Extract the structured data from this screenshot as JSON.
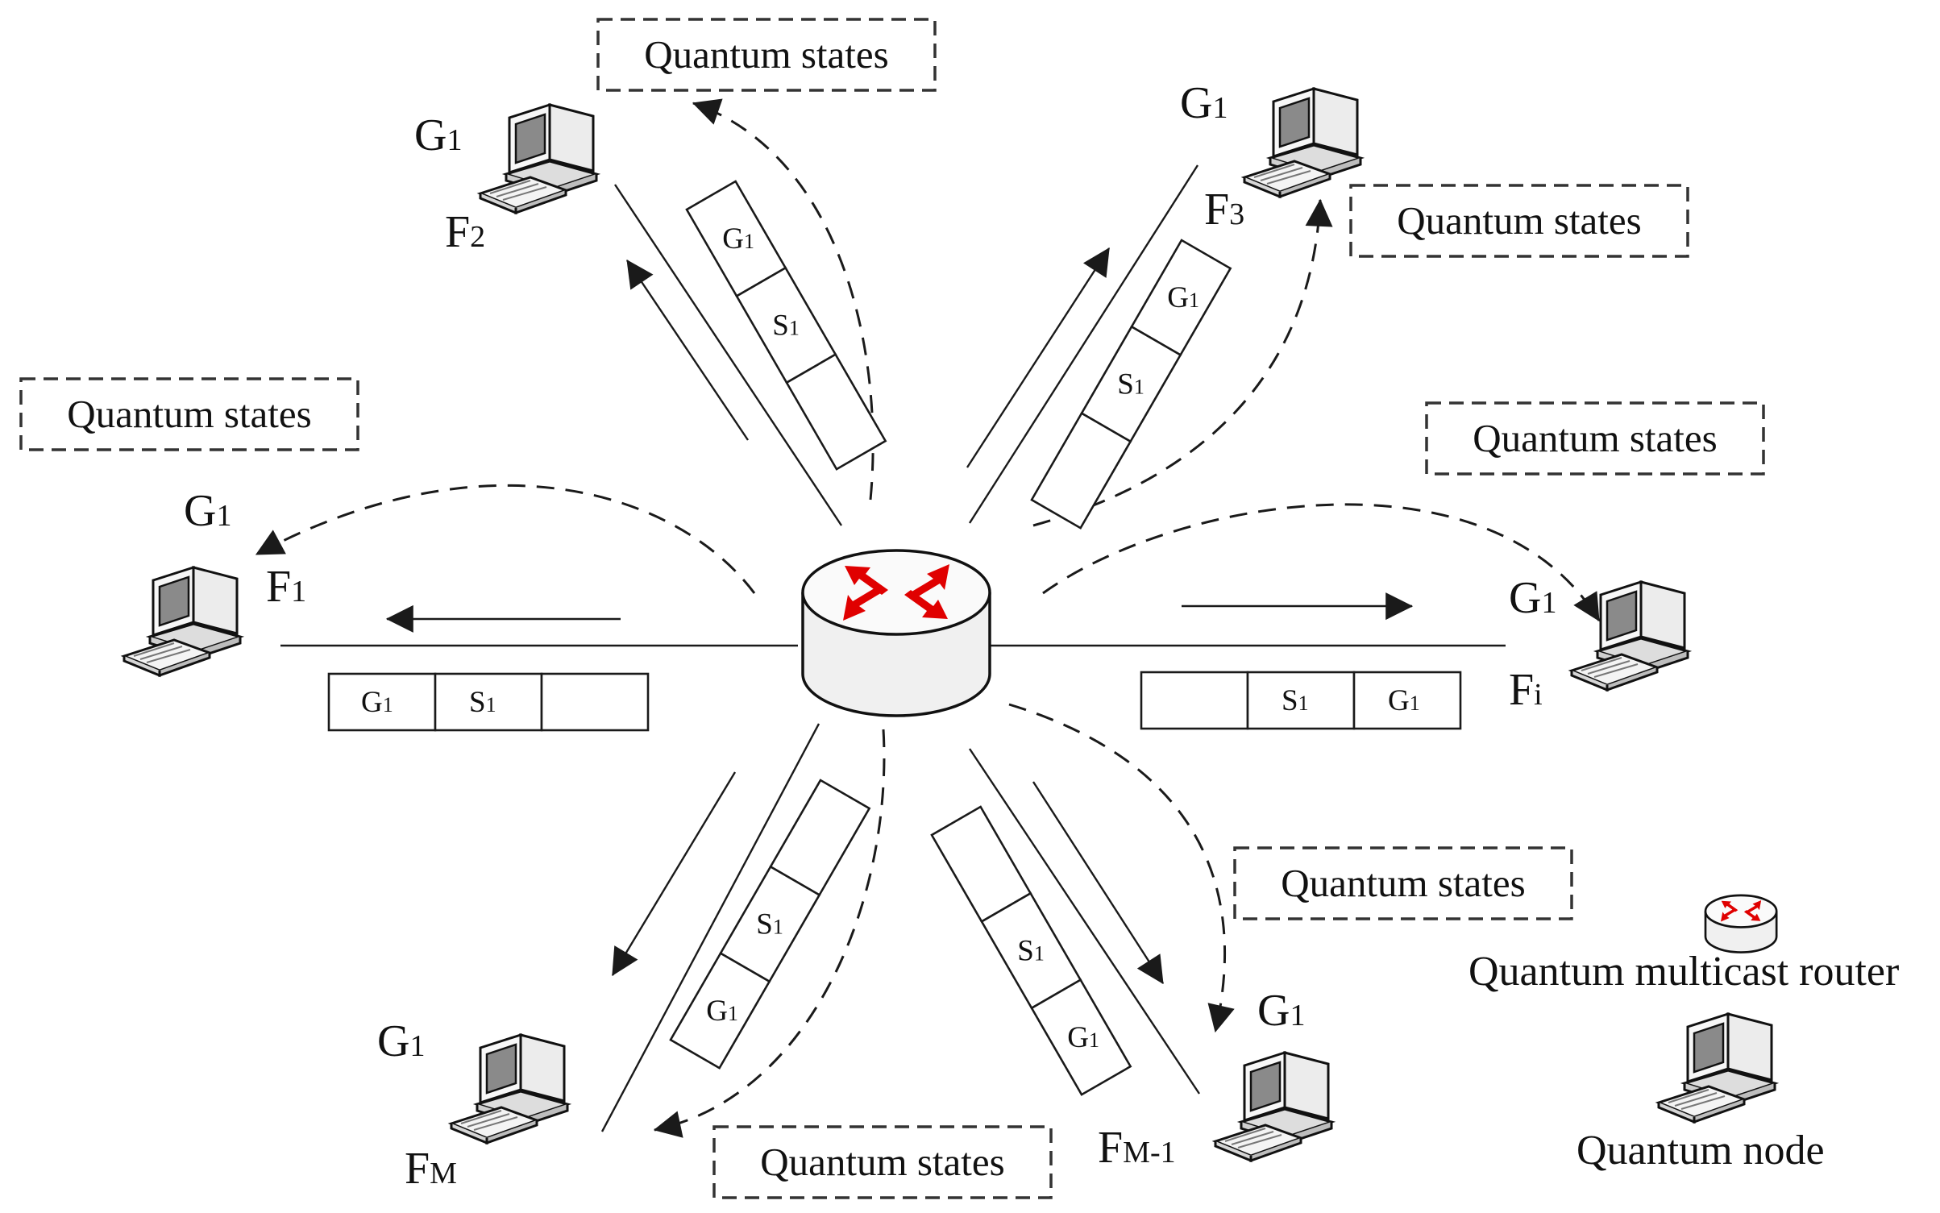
{
  "colors": {
    "ink": "#1a1a1a",
    "router_arrow": "#e00000",
    "router_body": "#f0f0f0",
    "screen": "#8a8a8a",
    "computer_body": "#ececec"
  },
  "icons": [
    "router-icon",
    "computer-icon"
  ],
  "quantum_box_label": "Quantum states",
  "group_label": "G",
  "group_sub": "1",
  "packet_cells": {
    "group": {
      "main": "G",
      "sub": "1"
    },
    "source": {
      "main": "S",
      "sub": "1"
    }
  },
  "nodes": {
    "f1": {
      "main": "F",
      "sub": "1"
    },
    "f2": {
      "main": "F",
      "sub": "2"
    },
    "f3": {
      "main": "F",
      "sub": "3"
    },
    "fi": {
      "main": "F",
      "sub": "i"
    },
    "fm1": {
      "main": "F",
      "sub": "M-1"
    },
    "fm": {
      "main": "F",
      "sub": "M"
    }
  },
  "legend": {
    "router_label": "Quantum multicast router",
    "node_label": "Quantum node"
  }
}
